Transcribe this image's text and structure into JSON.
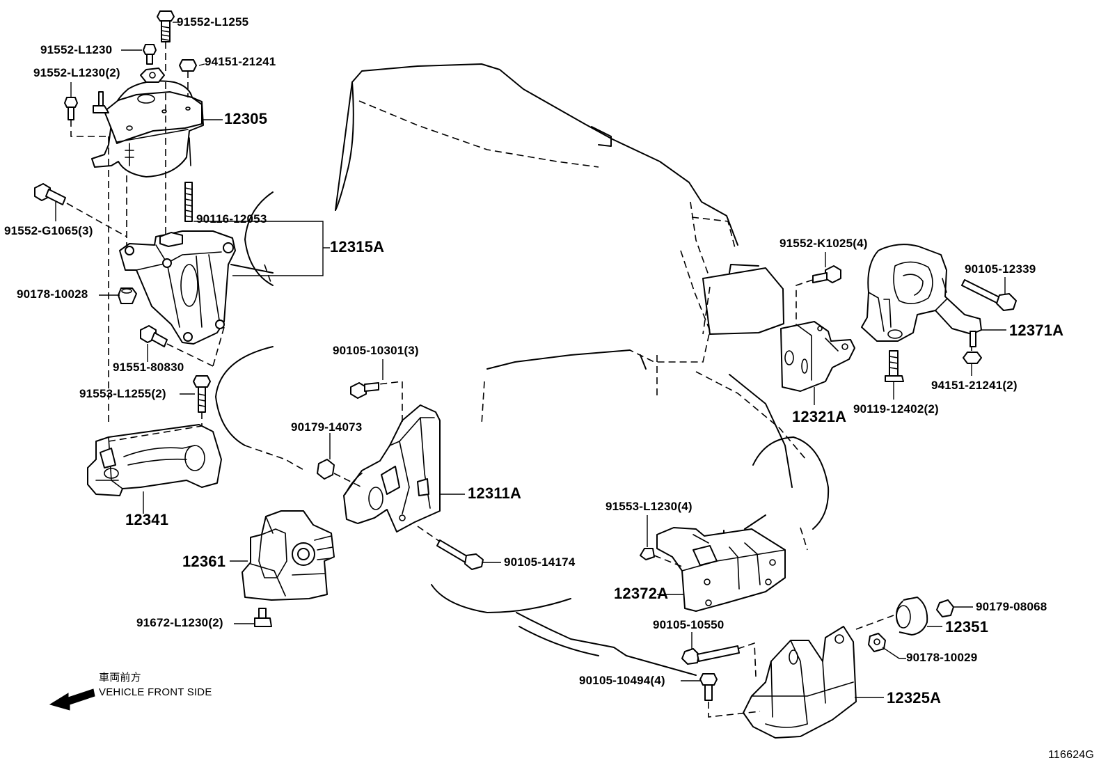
{
  "labels": {
    "p91552_L1255": "91552-L1255",
    "p91552_L1230": "91552-L1230",
    "p91552_L1230_2": "91552-L1230(2)",
    "p94151_21241": "94151-21241",
    "p12305": "12305",
    "p91552_G1065_3": "91552-G1065(3)",
    "p90116_12053": "90116-12053",
    "p12315A": "12315A",
    "p90178_10028": "90178-10028",
    "p91551_80830": "91551-80830",
    "p91553_L1255_2": "91553-L1255(2)",
    "p12341": "12341",
    "p90105_10301_3": "90105-10301(3)",
    "p90179_14073": "90179-14073",
    "p12311A": "12311A",
    "p12361": "12361",
    "p90105_14174": "90105-14174",
    "p91672_L1230_2": "91672-L1230(2)",
    "p91552_K1025_4": "91552-K1025(4)",
    "p90105_12339": "90105-12339",
    "p12371A": "12371A",
    "p94151_21241_2": "94151-21241(2)",
    "p90119_12402_2": "90119-12402(2)",
    "p12321A": "12321A",
    "p91553_L1230_4": "91553-L1230(4)",
    "p12372A": "12372A",
    "p90105_10550": "90105-10550",
    "p90179_08068": "90179-08068",
    "p12351": "12351",
    "p90178_10029": "90178-10029",
    "p90105_10494_4": "90105-10494(4)",
    "p12325A": "12325A"
  },
  "legend": {
    "japanese": "車両前方",
    "english": "VEHICLE FRONT SIDE"
  },
  "illustration_code": "116624G"
}
